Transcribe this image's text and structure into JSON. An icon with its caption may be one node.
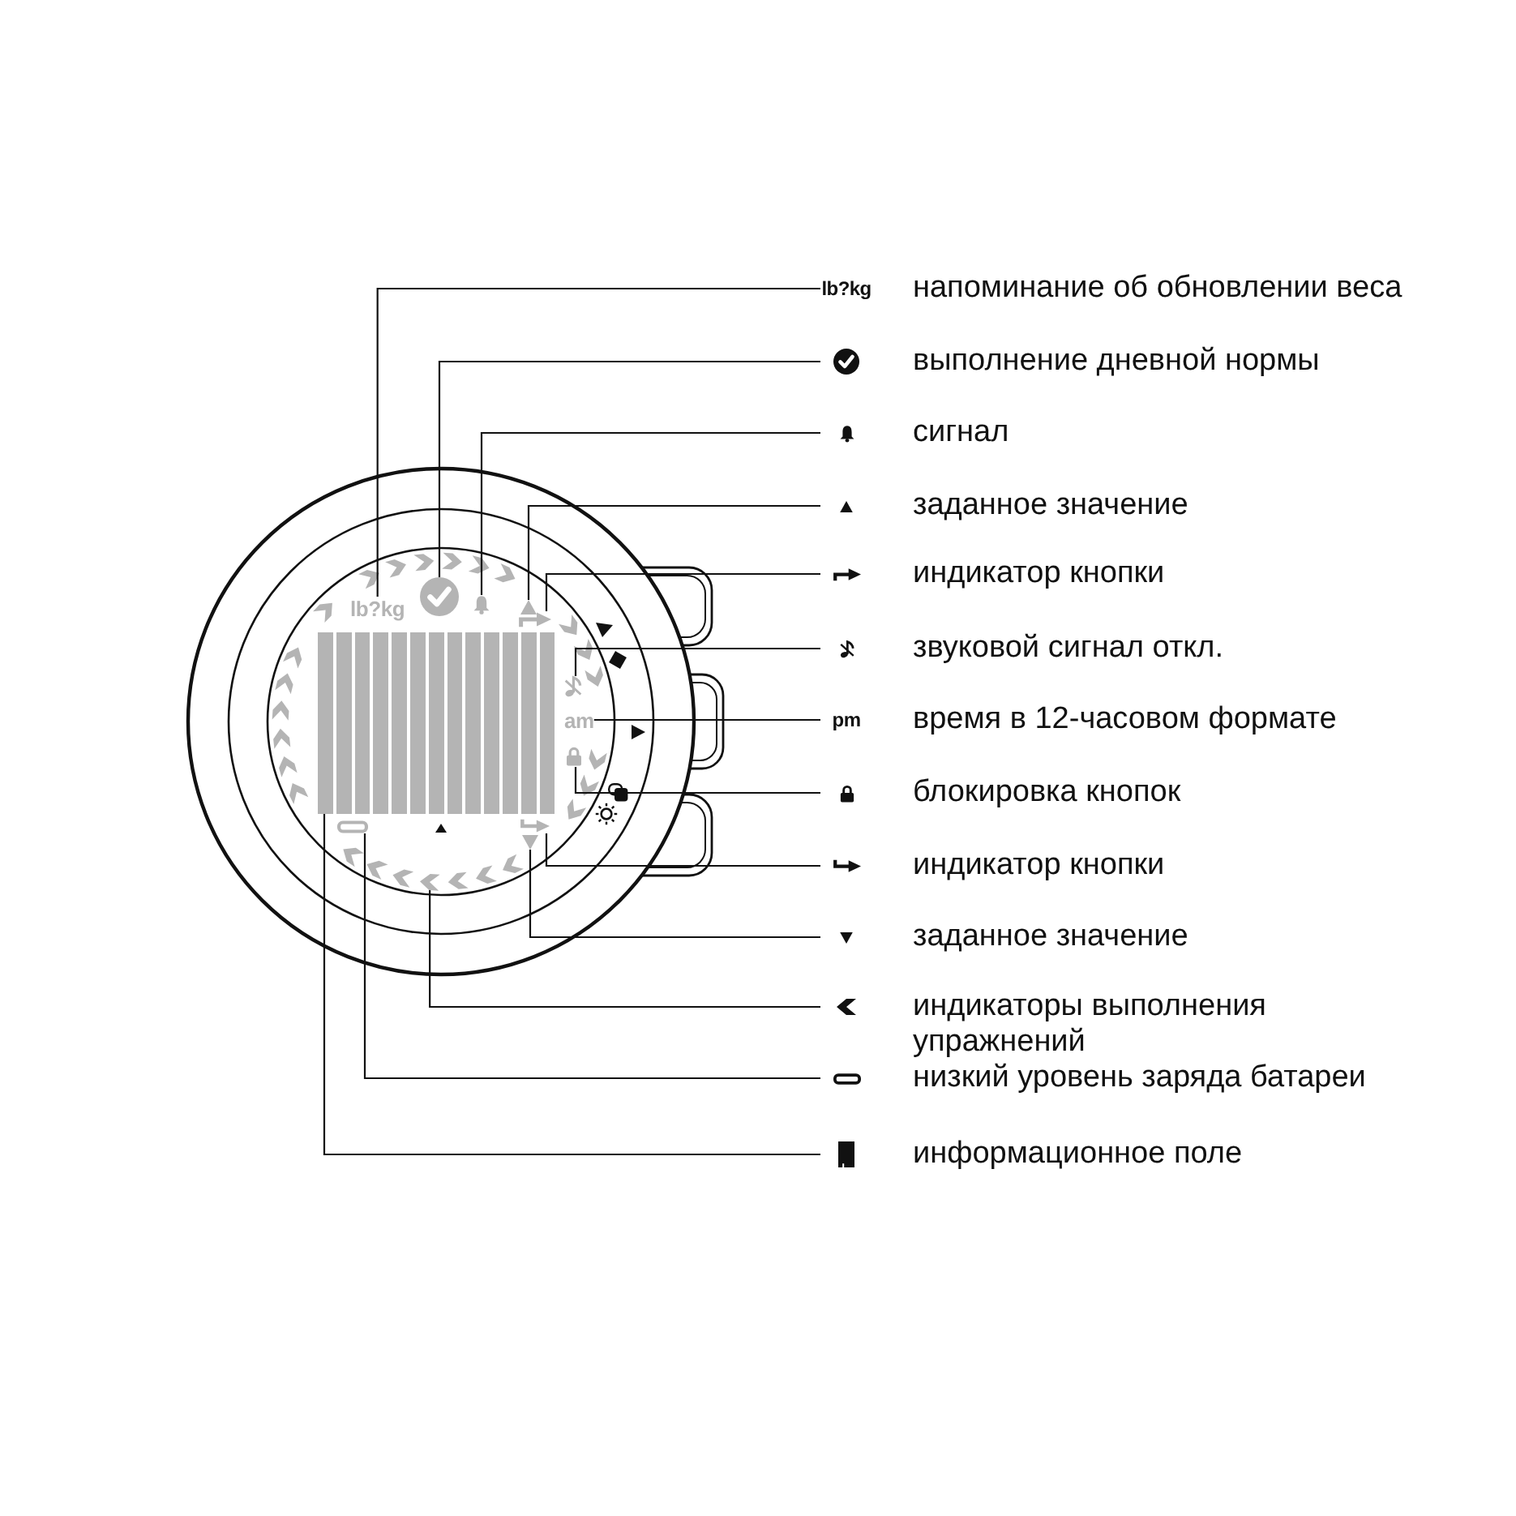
{
  "diagram": {
    "nodes": [
      {
        "text": [
          "lb?kg",
          "напоминание об обновлении веса"
        ]
      },
      {
        "text": [
          "выполнение дневной нормы"
        ]
      },
      {
        "text": [
          "сигнал"
        ]
      },
      {
        "text": [
          "заданное значение"
        ]
      },
      {
        "text": [
          "индикатор кнопки"
        ]
      },
      {
        "text": [
          "звуковой сигнал откл."
        ]
      },
      {
        "text": [
          "pm",
          "время в 12-часовом формате"
        ]
      },
      {
        "text": [
          "блокировка кнопок"
        ]
      },
      {
        "text": [
          "индикатор кнопки"
        ]
      },
      {
        "text": [
          "заданное значение"
        ]
      },
      {
        "text": [
          "индикаторы выполнения упражнений"
        ]
      },
      {
        "text": [
          "низкий уровень заряда батареи"
        ]
      },
      {
        "text": [
          "информационное поле"
        ]
      },
      {
        "text": [
          "lb?kg"
        ]
      },
      {
        "text": [],
        "shape": "circle"
      },
      {
        "text": [],
        "shape": "bell"
      },
      {
        "text": [],
        "shape": "triangle"
      },
      {
        "text": [],
        "shape": "arrow"
      },
      {
        "text": [],
        "shape": "note"
      },
      {
        "text": [
          "am"
        ]
      },
      {
        "text": [],
        "shape": "lock"
      },
      {
        "text": [],
        "shape": "arrow"
      },
      {
        "text": [],
        "shape": "triangle"
      },
      {
        "text": [],
        "shape": "chevron"
      },
      {
        "text": [],
        "shape": "battery"
      },
      {
        "text": [],
        "shape": "box"
      }
    ],
    "edges": [
      {
        "from": 0,
        "to": 13,
        "arrow": "none"
      },
      {
        "from": 1,
        "to": 14,
        "arrow": "none"
      },
      {
        "from": 2,
        "to": 15,
        "arrow": "none"
      },
      {
        "from": 3,
        "to": 16,
        "arrow": "none"
      },
      {
        "from": 4,
        "to": 17,
        "arrow": "none"
      },
      {
        "from": 5,
        "to": 18,
        "arrow": "none"
      },
      {
        "from": 6,
        "to": 19,
        "arrow": "none"
      },
      {
        "from": 7,
        "to": 20,
        "arrow": "none"
      },
      {
        "from": 8,
        "to": 21,
        "arrow": "none"
      },
      {
        "from": 9,
        "to": 22,
        "arrow": "none"
      },
      {
        "from": 10,
        "to": 23,
        "arrow": "none"
      },
      {
        "from": 11,
        "to": 24,
        "arrow": "none"
      },
      {
        "from": 12,
        "to": 25,
        "arrow": "none"
      }
    ]
  }
}
